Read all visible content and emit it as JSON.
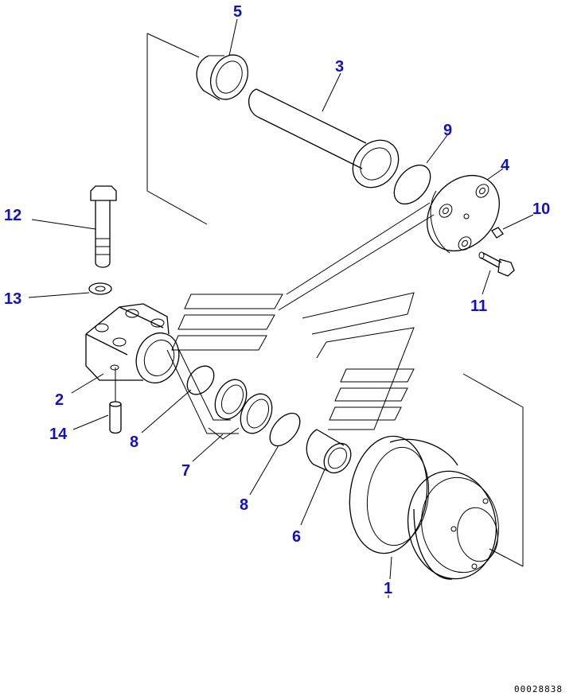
{
  "diagram": {
    "callouts": {
      "c1": "1",
      "c2": "2",
      "c3": "3",
      "c4": "4",
      "c5": "5",
      "c6": "6",
      "c7": "7",
      "c8a": "8",
      "c8b": "8",
      "c9": "9",
      "c10": "10",
      "c11": "11",
      "c12": "12",
      "c13": "13",
      "c14": "14"
    },
    "document_number": "00028838",
    "colors": {
      "callout": "#1010c8",
      "line": "#000000",
      "background": "#ffffff"
    }
  }
}
